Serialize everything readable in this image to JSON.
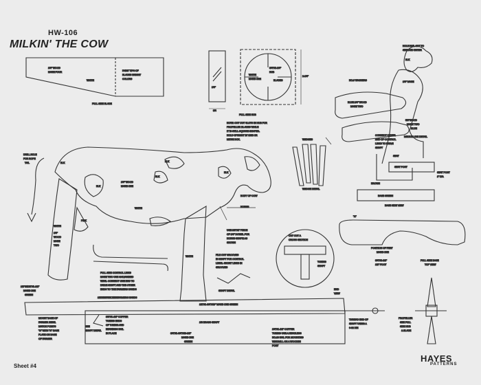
{
  "header": {
    "code": "HW-106",
    "title": "MILKIN' THE COW"
  },
  "sheet": {
    "label": "Sheet #4"
  },
  "brand": {
    "name": "HAYES",
    "sub": "PATTERNS"
  }
}
